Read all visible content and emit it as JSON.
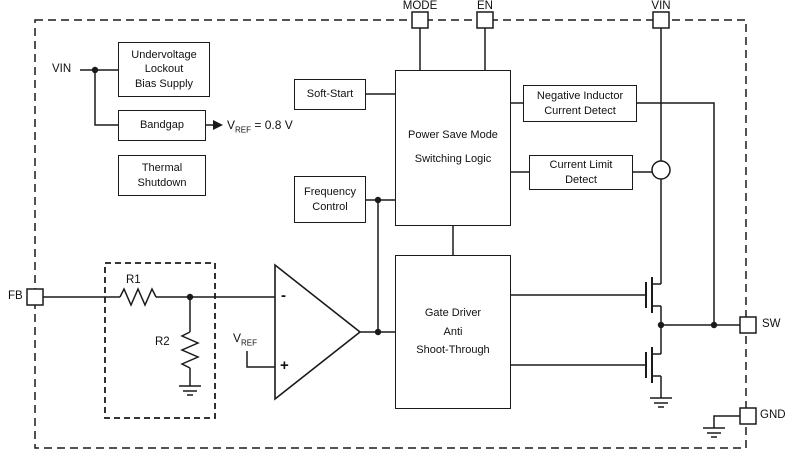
{
  "colors": {
    "line": "#1a1a1a",
    "background": "#ffffff"
  },
  "pins": {
    "mode": "MODE",
    "en": "EN",
    "vin": "VIN",
    "fb": "FB",
    "sw": "SW",
    "gnd": "GND"
  },
  "labels": {
    "vin_internal": "VIN",
    "r1": "R1",
    "r2": "R2",
    "comparator_minus": "-",
    "comparator_plus": "+",
    "vref_out": {
      "base": "V",
      "sub": "REF",
      "eq": " = 0.8 V"
    },
    "vref_in": {
      "base": "V",
      "sub": "REF"
    }
  },
  "blocks": {
    "uvlo": "Undervoltage\nLockout\nBias Supply",
    "bandgap": "Bandgap",
    "thermal_shutdown": "Thermal\nShutdown",
    "soft_start": "Soft-Start",
    "power_save": "Power Save Mode\nSwitching Logic",
    "neg_inductor": "Negative Inductor\nCurrent Detect",
    "current_limit": "Current Limit\nDetect",
    "frequency": "Frequency\nControl",
    "gate_driver": "Gate Driver\nAnti\nShoot-Through"
  }
}
